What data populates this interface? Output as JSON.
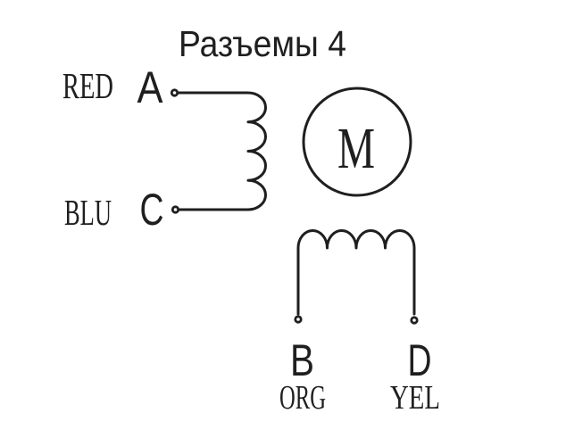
{
  "title": "Разъемы 4",
  "colors": {
    "ink": "#1f1f1f",
    "background": "#ffffff"
  },
  "motor": {
    "label": "M"
  },
  "windings": {
    "phase_ac": {
      "terminals": [
        {
          "pin": "A",
          "wire_color": "RED"
        },
        {
          "pin": "C",
          "wire_color": "BLU"
        }
      ]
    },
    "phase_bd": {
      "terminals": [
        {
          "pin": "B",
          "wire_color": "ORG"
        },
        {
          "pin": "D",
          "wire_color": "YEL"
        }
      ]
    }
  }
}
